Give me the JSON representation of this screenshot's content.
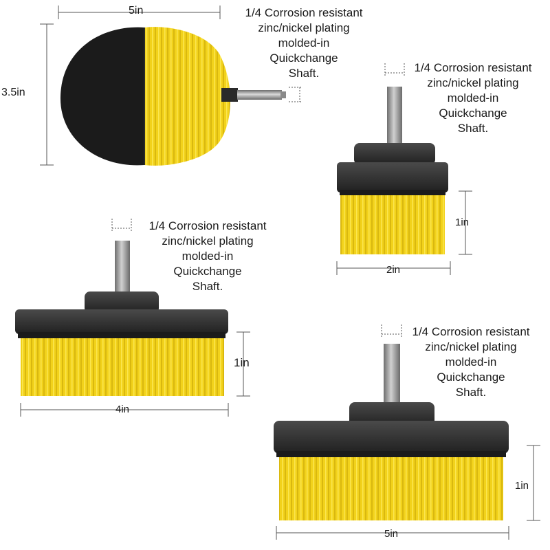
{
  "shaft_note": {
    "line1": "1/4 Corrosion resistant",
    "line2": "zinc/nickel plating",
    "line3": "molded-in",
    "line4": "Quickchange",
    "line5": "Shaft."
  },
  "brushes": [
    {
      "name": "round-brush",
      "width_label": "5in",
      "height_label": "3.5in"
    },
    {
      "name": "small-flat-brush",
      "width_label": "2in",
      "height_label": "1in"
    },
    {
      "name": "medium-flat-brush",
      "width_label": "4in",
      "height_label": "1in"
    },
    {
      "name": "large-flat-brush",
      "width_label": "5in",
      "height_label": "1in"
    }
  ],
  "colors": {
    "bristle_yellow": "#f2d21b",
    "bristle_shadow": "#d4b00c",
    "bristle_black": "#1b1b1b",
    "base_dark": "#2e2e2e",
    "shaft_steel": "#9a9a9a",
    "dimension_line": "#555555"
  }
}
